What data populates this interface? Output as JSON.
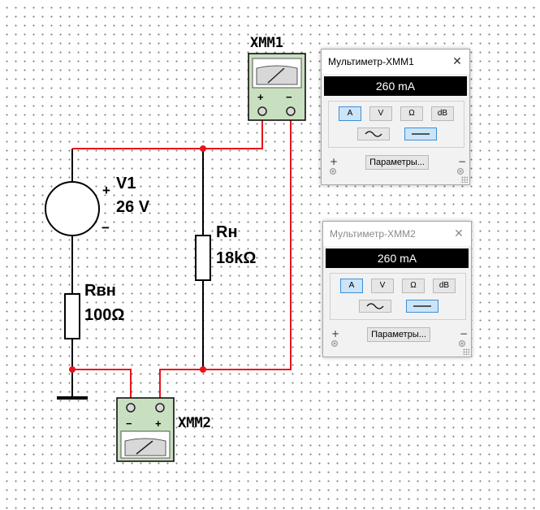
{
  "components": {
    "v1": {
      "name": "V1",
      "value": "26 V",
      "plus": "+",
      "minus": "−"
    },
    "r_internal": {
      "name": "Rвн",
      "value": "100Ω"
    },
    "r_load": {
      "name": "Rн",
      "value": "18kΩ"
    },
    "xmm1": {
      "name": "XMM1",
      "plus": "+",
      "minus": "−"
    },
    "xmm2": {
      "name": "XMM2",
      "plus": "+",
      "minus": "−"
    }
  },
  "multimeters": [
    {
      "title": "Мультиметр-XMM1",
      "reading": "260 mA",
      "active": true,
      "buttons": [
        {
          "label": "A",
          "selected": true
        },
        {
          "label": "V",
          "selected": false
        },
        {
          "label": "Ω",
          "selected": false
        },
        {
          "label": "dB",
          "selected": false
        }
      ],
      "mode": "DC",
      "settings_label": "Параметры...",
      "plus": "+",
      "minus": "−",
      "close": "✕"
    },
    {
      "title": "Мультиметр-XMM2",
      "reading": "260 mA",
      "active": false,
      "buttons": [
        {
          "label": "A",
          "selected": true
        },
        {
          "label": "V",
          "selected": false
        },
        {
          "label": "Ω",
          "selected": false
        },
        {
          "label": "dB",
          "selected": false
        }
      ],
      "mode": "DC",
      "settings_label": "Параметры...",
      "plus": "+",
      "minus": "−",
      "close": "✕"
    }
  ],
  "colors": {
    "wire": "#e8141c",
    "junction": "#e8141c",
    "meter_body": "#c8e0c0"
  }
}
